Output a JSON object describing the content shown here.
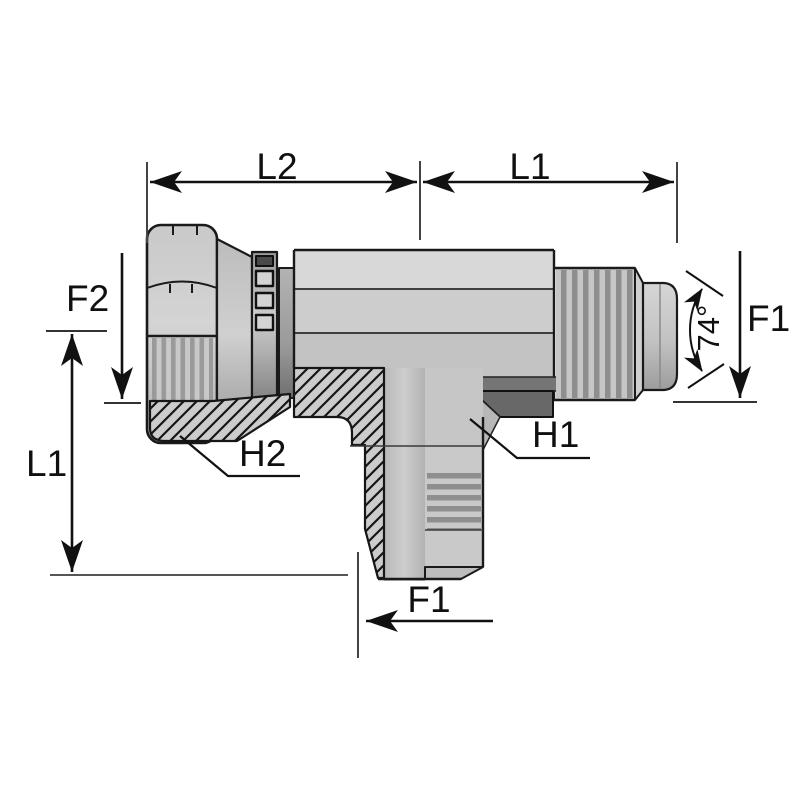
{
  "drawing": {
    "title": "Tee adapter fitting - dimensioned technical drawing",
    "labels": {
      "top_length_left": "L2",
      "top_length_right": "L1",
      "left_height": "L1",
      "female_thread": "F2",
      "nut_hex": "H2",
      "body_hex": "H1",
      "male_thread_side": "F1",
      "male_thread_bottom": "F1",
      "flare_angle": "74°"
    },
    "colors": {
      "outline": "#1a1a1a",
      "dimension_line": "#111111",
      "extension_line": "#444444",
      "metal_light": "#d8d8d8",
      "metal_mid": "#c7c7c7",
      "metal_section": "#cccccc",
      "thread_dark": "#8e8e8e",
      "shadow_dark": "#686868",
      "background": "#ffffff"
    }
  }
}
